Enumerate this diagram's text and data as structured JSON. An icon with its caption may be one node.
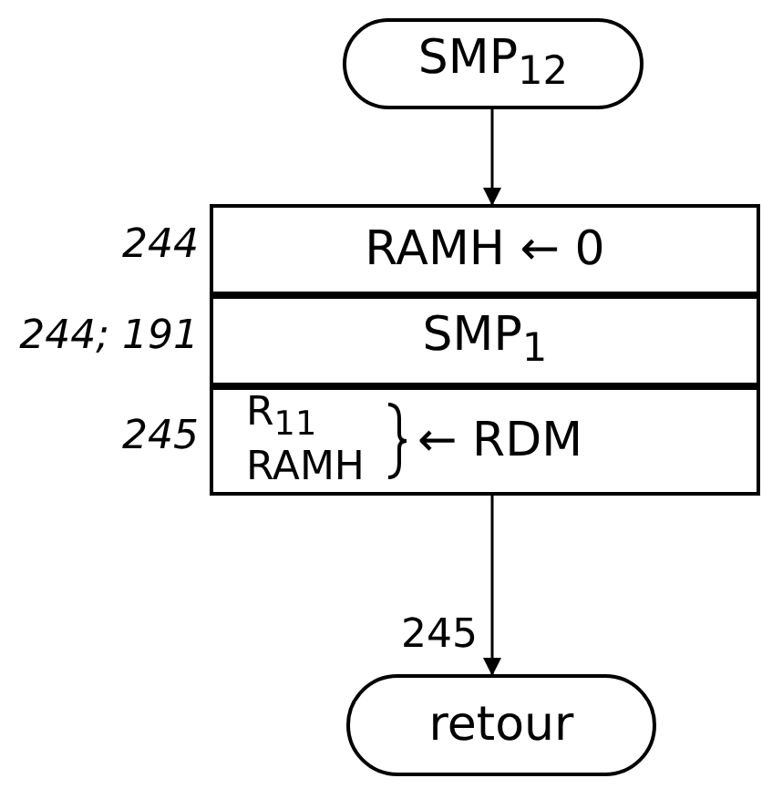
{
  "diagram": {
    "nodes": [
      {
        "text": [
          "SMP$_{12}$"
        ]
      },
      {
        "text": [
          "RAMH ← 0"
        ],
        "beside": [
          "244"
        ]
      },
      {
        "text": [
          "SMP$_{1}$"
        ],
        "beside": [
          "244; 191"
        ]
      },
      {
        "text": [
          "R$_{11}$ RAMH",
          "← RDM"
        ],
        "beside": [
          "245"
        ]
      },
      {
        "text": [
          "retour"
        ]
      }
    ],
    "edges": [
      {
        "from": 0,
        "to": 1,
        "arrow": "to"
      },
      {
        "from": 3,
        "to": 4,
        "arrow": "to",
        "label": "245"
      }
    ]
  }
}
